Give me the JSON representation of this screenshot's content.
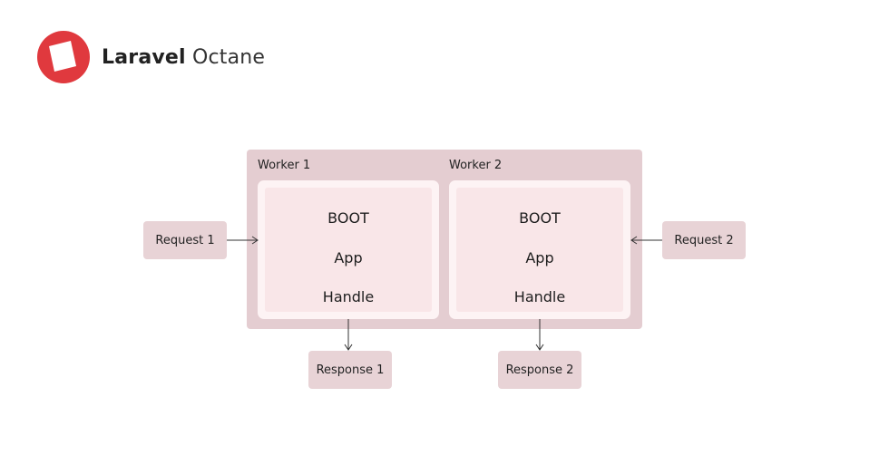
{
  "logo": {
    "brand": "Laravel",
    "product": "Octane"
  },
  "workers": [
    {
      "label": "Worker 1",
      "phases": [
        "BOOT",
        "App",
        "Handle"
      ]
    },
    {
      "label": "Worker 2",
      "phases": [
        "BOOT",
        "App",
        "Handle"
      ]
    }
  ],
  "requests": [
    "Request 1",
    "Request 2"
  ],
  "responses": [
    "Response 1",
    "Response 2"
  ],
  "colors": {
    "logo_red": "#e0393e",
    "container": "#e4cdd1",
    "box": "#e8d3d6",
    "worker_outer": "#fdf3f4",
    "worker_inner": "#f9e6e8"
  }
}
